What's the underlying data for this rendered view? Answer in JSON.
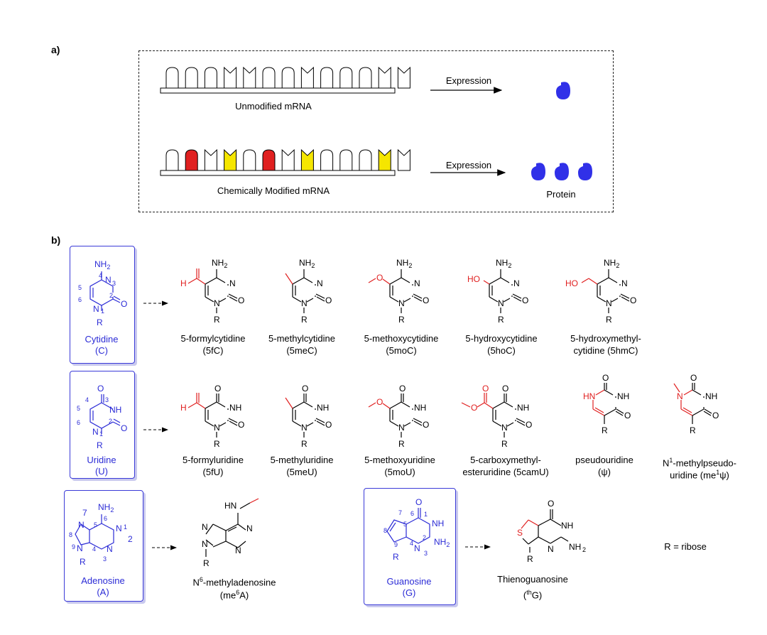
{
  "panel_a": {
    "label": "a)",
    "rna_unmodified": "Unmodified mRNA",
    "rna_modified": "Chemically Modified mRNA",
    "expression_1": "Expression",
    "expression_2": "Expression",
    "protein": "Protein"
  },
  "panel_b": {
    "label": "b)",
    "parents": {
      "cytidine": {
        "name": "Cytidine",
        "abbr": "(C)"
      },
      "uridine": {
        "name": "Uridine",
        "abbr": "(U)"
      },
      "adenosine": {
        "name": "Adenosine",
        "abbr": "(A)"
      },
      "guanosine": {
        "name": "Guanosine",
        "abbr": "(G)"
      }
    },
    "c_mods": [
      {
        "l1": "5-formylcytidine",
        "l2": "(5fC)"
      },
      {
        "l1": "5-methylcytidine",
        "l2": "(5meC)"
      },
      {
        "l1": "5-methoxycytidine",
        "l2": "(5moC)"
      },
      {
        "l1": "5-hydroxycytidine",
        "l2": "(5hoC)"
      },
      {
        "l1": "5-hydroxymethyl-",
        "l2": "cytidine (5hmC)"
      }
    ],
    "u_mods": [
      {
        "l1": "5-formyluridine",
        "l2": "(5fU)"
      },
      {
        "l1": "5-methyluridine",
        "l2": "(5meU)"
      },
      {
        "l1": "5-methoxyuridine",
        "l2": "(5moU)"
      },
      {
        "l1": "5-carboxymethyl-",
        "l2": "esteruridine (5camU)"
      },
      {
        "l1": "pseudouridine",
        "l2": "(ψ)"
      },
      {
        "l1": "N1-methylpseudo-",
        "l2": "uridine (me1ψ)"
      }
    ],
    "a_mod": {
      "l1": "N6-methyladenosine",
      "l2": "(me6A)"
    },
    "g_mod": {
      "l1": "Thienoguanosine",
      "l2": "(thG)"
    },
    "r_note": "R = ribose"
  },
  "colors": {
    "blue": "#2b2bd6",
    "red": "#e02020",
    "yellow": "#f5e600",
    "protein": "#3030e8"
  }
}
